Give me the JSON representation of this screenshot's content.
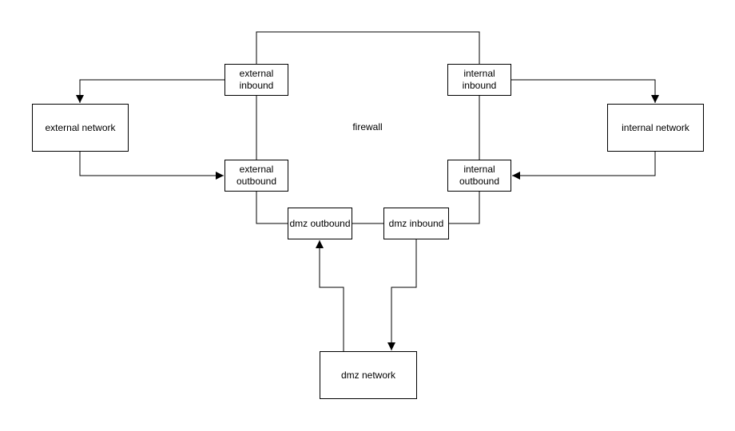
{
  "diagram": {
    "firewall_label": "firewall",
    "colors": {
      "stroke": "#000000",
      "node_fill": "#ffffff",
      "text": "#000000",
      "background": "#ffffff"
    },
    "nodes": {
      "external_inbound": {
        "label": "external inbound"
      },
      "internal_inbound": {
        "label": "internal inbound"
      },
      "external_network": {
        "label": "external network"
      },
      "internal_network": {
        "label": "internal network"
      },
      "external_outbound": {
        "label": "external outbound"
      },
      "internal_outbound": {
        "label": "internal outbound"
      },
      "dmz_outbound": {
        "label": "dmz outbound"
      },
      "dmz_inbound": {
        "label": "dmz inbound"
      },
      "dmz_network": {
        "label": "dmz network"
      }
    },
    "edges": [
      {
        "from": "external inbound",
        "to": "internal inbound",
        "arrow": "none"
      },
      {
        "from": "external inbound",
        "to": "external network",
        "arrow": "target"
      },
      {
        "from": "external network",
        "to": "external outbound",
        "arrow": "target"
      },
      {
        "from": "external inbound",
        "to": "external outbound",
        "arrow": "none"
      },
      {
        "from": "internal inbound",
        "to": "internal network",
        "arrow": "target"
      },
      {
        "from": "internal network",
        "to": "internal outbound",
        "arrow": "target"
      },
      {
        "from": "internal inbound",
        "to": "internal outbound",
        "arrow": "none"
      },
      {
        "from": "external outbound",
        "to": "dmz outbound",
        "arrow": "none"
      },
      {
        "from": "internal outbound",
        "to": "dmz inbound",
        "arrow": "none"
      },
      {
        "from": "dmz outbound",
        "to": "dmz inbound",
        "arrow": "none"
      },
      {
        "from": "dmz network",
        "to": "dmz outbound",
        "arrow": "target"
      },
      {
        "from": "dmz inbound",
        "to": "dmz network",
        "arrow": "target"
      }
    ]
  }
}
